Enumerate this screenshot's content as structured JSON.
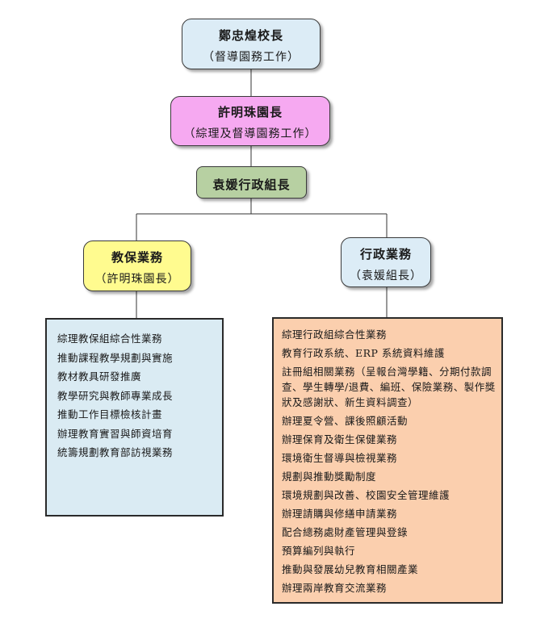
{
  "principal": {
    "name": "鄭忠煌校長",
    "role": "（督導園務工作）"
  },
  "director": {
    "name": "許明珠園長",
    "role": "（綜理及督導園務工作）"
  },
  "leader": {
    "name": "袁媛行政組長"
  },
  "education": {
    "title": "教保業務",
    "owner": "（許明珠園長）",
    "tasks": [
      "綜理教保組綜合性業務",
      "推動課程教學規劃與實施",
      "教材教具研發推廣",
      "教學研究與教師專業成長",
      "推動工作目標檢核計畫",
      "辦理教育實習與師資培育",
      "統籌規劃教育部訪視業務"
    ]
  },
  "administration": {
    "title": "行政業務",
    "owner": "（袁媛組長）",
    "tasks": [
      "綜理行政組綜合性業務",
      "教育行政系統、ERP 系統資料維護",
      "註冊組相關業務（呈報台灣學籍、分期付款調查、學生轉學/退費、編班、保險業務、製作獎狀及感謝狀、新生資料調查）",
      "辦理夏令營、課後照顧活動",
      "辦理保育及衛生保健業務",
      "環境衛生督導與檢視業務",
      "規劃與推動獎勵制度",
      "環境規劃與改善、校園安全管理維護",
      "辦理請購與修繕申請業務",
      "配合總務處財產管理與登錄",
      "預算編列與執行",
      "推動與發展幼兒教育相關產業",
      "辦理兩岸教育交流業務"
    ]
  },
  "colors": {
    "principal": "#dcecf6",
    "director": "#f6a9f1",
    "leader": "#b7d0a2",
    "education": "#fffb8f",
    "administration": "#dcecf6",
    "education_panel": "#daebf3",
    "administration_panel": "#fbcfae"
  }
}
